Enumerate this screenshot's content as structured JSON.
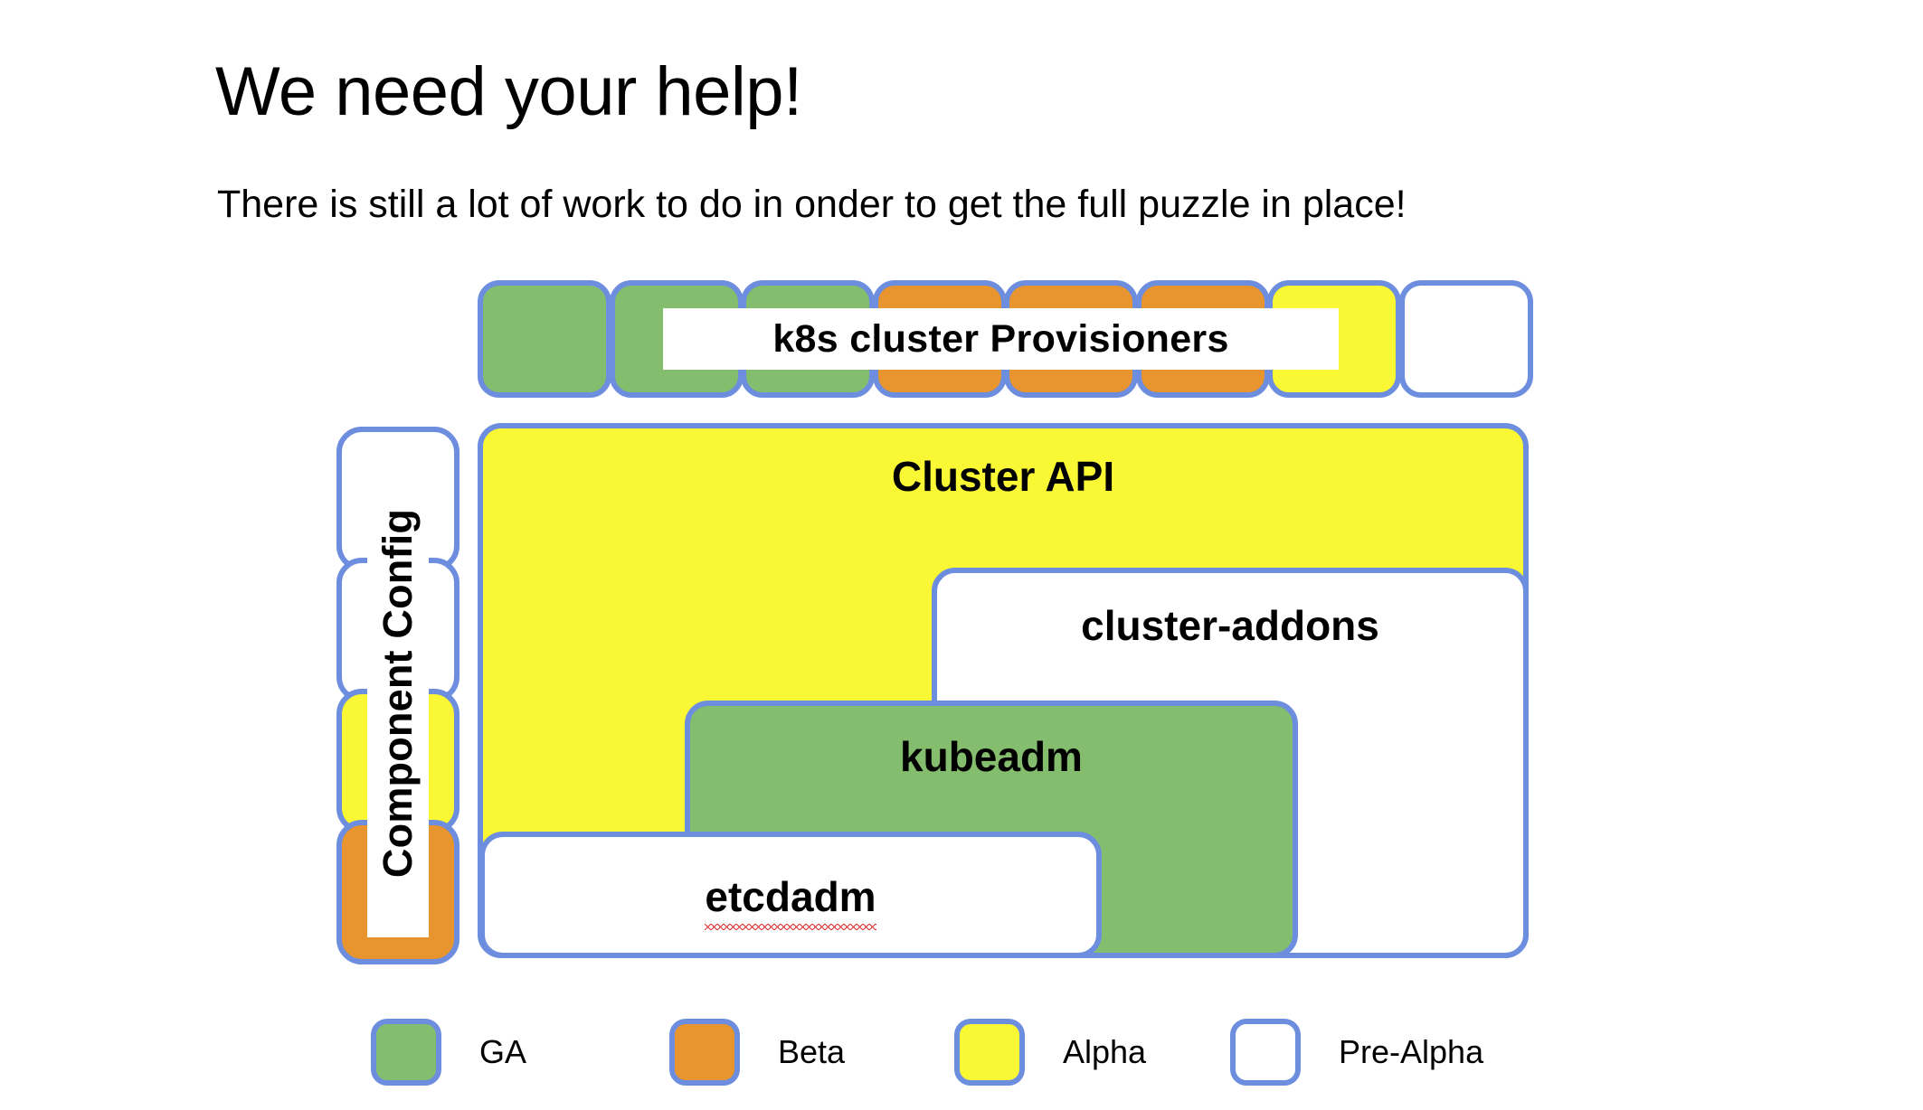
{
  "slide": {
    "title": "We need your help!",
    "subtitle": "There is still a lot of work to do in onder to get the full puzzle in place!"
  },
  "palette": {
    "ga": "#84bd6e",
    "beta": "#e8942f",
    "alpha": "#faf835",
    "pre_alpha": "#ffffff",
    "border": "#6d8ede",
    "spellcheck_underline": "#e03030",
    "text": "#000000",
    "background": "#ffffff"
  },
  "provisioners": {
    "banner_label": "k8s cluster Provisioners",
    "tiles": [
      {
        "status": "ga"
      },
      {
        "status": "ga"
      },
      {
        "status": "ga"
      },
      {
        "status": "beta"
      },
      {
        "status": "beta"
      },
      {
        "status": "beta"
      },
      {
        "status": "alpha"
      },
      {
        "status": "pre-alpha"
      }
    ]
  },
  "component_config": {
    "label": "Component Config",
    "tiles": [
      {
        "status": "pre-alpha"
      },
      {
        "status": "pre-alpha"
      },
      {
        "status": "alpha"
      },
      {
        "status": "beta"
      }
    ]
  },
  "nested_boxes": [
    {
      "label": "Cluster API",
      "status": "alpha"
    },
    {
      "label": "cluster-addons",
      "status": "pre-alpha"
    },
    {
      "label": "kubeadm",
      "status": "ga"
    },
    {
      "label": "etcdadm",
      "status": "pre-alpha",
      "misspelled": true
    }
  ],
  "legend": {
    "items": [
      {
        "label": "GA",
        "status": "ga"
      },
      {
        "label": "Beta",
        "status": "beta"
      },
      {
        "label": "Alpha",
        "status": "alpha"
      },
      {
        "label": "Pre-Alpha",
        "status": "pre-alpha"
      }
    ]
  }
}
